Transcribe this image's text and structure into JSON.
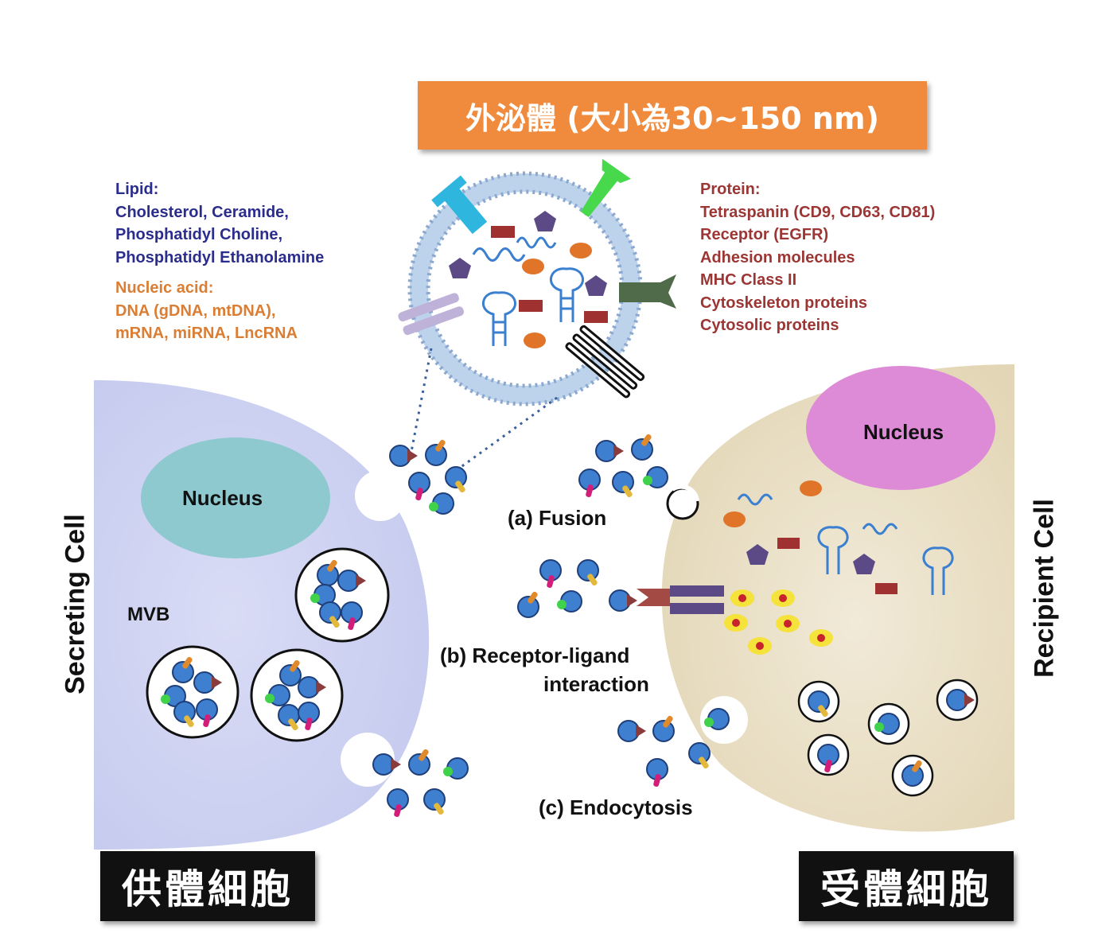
{
  "title": "外泌體 (大小為30~150 nm)",
  "composition": {
    "lipid": {
      "heading": "Lipid:",
      "items": [
        "Cholesterol, Ceramide,",
        "Phosphatidyl Choline,",
        "Phosphatidyl Ethanolamine"
      ]
    },
    "nucleic_acid": {
      "heading": "Nucleic acid:",
      "items": [
        "DNA (gDNA, mtDNA),",
        "mRNA, miRNA, LncRNA"
      ]
    },
    "protein": {
      "heading": "Protein:",
      "items": [
        "Tetraspanin (CD9, CD63, CD81)",
        "Receptor (EGFR)",
        "Adhesion molecules",
        "MHC Class II",
        "Cytoskeleton proteins",
        "Cytosolic proteins"
      ]
    }
  },
  "secreting_cell": {
    "side_label": "Secreting Cell",
    "nucleus_label": "Nucleus",
    "mvb_label": "MVB",
    "chinese_label": "供體細胞"
  },
  "recipient_cell": {
    "side_label": "Recipient Cell",
    "nucleus_label": "Nucleus",
    "chinese_label": "受體細胞"
  },
  "uptake_steps": {
    "fusion": "(a)  Fusion",
    "receptor_line1": "(b)  Receptor-ligand",
    "receptor_line2": "interaction",
    "endocytosis": "(c)  Endocytosis"
  },
  "colors": {
    "banner": "#f08a3c",
    "secreting_cell": "#d3d6f2",
    "recipient_cell": "#ece3cd",
    "secreting_nucleus": "#8ec9cf",
    "recipient_nucleus": "#dd8bd7",
    "vesicle_membrane": "#bdd3ec",
    "exosome_body": "#3f7fcf",
    "lipid_text": "#2b2d8c",
    "nucleic_text": "#d97e34",
    "protein_text": "#9c3634"
  }
}
